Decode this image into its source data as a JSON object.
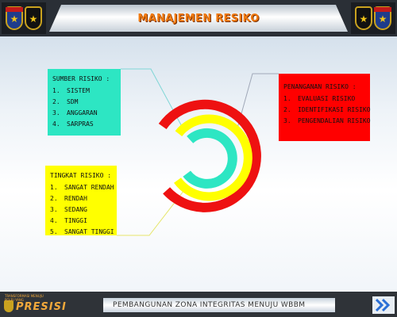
{
  "header": {
    "title": "MANAJEMEN RESIKO"
  },
  "sumber": {
    "title": "SUMBER RISIKO :",
    "items": [
      {
        "n": "1.",
        "label": "SISTEM"
      },
      {
        "n": "2.",
        "label": "SDM"
      },
      {
        "n": "3.",
        "label": "ANGGARAN"
      },
      {
        "n": "4.",
        "label": "SARPRAS"
      }
    ]
  },
  "tingkat": {
    "title": "TINGKAT RISIKO :",
    "items": [
      {
        "n": "1.",
        "label": "SANGAT RENDAH"
      },
      {
        "n": "2.",
        "label": "RENDAH"
      },
      {
        "n": "3.",
        "label": "SEDANG"
      },
      {
        "n": "4.",
        "label": "TINGGI"
      },
      {
        "n": "5.",
        "label": "SANGAT TINGGI"
      }
    ]
  },
  "penanganan": {
    "title": "PENANGANAN RISIKO :",
    "items": [
      {
        "n": "1.",
        "label": "EVALUASI RISIKO"
      },
      {
        "n": "2.",
        "label": "IDENTIFIKASI RISIKO"
      },
      {
        "n": "3.",
        "label": "PENGENDALIAN RISIKO"
      }
    ]
  },
  "footer": {
    "text": "PEMBANGUNAN ZONA INTEGRITAS MENUJU WBBM",
    "logo_small": "TRANSFORMASI MENUJU POLRI YANG",
    "logo_word": "PRESISI"
  },
  "colors": {
    "sumber": "#2de6c3",
    "tingkat": "#ffff00",
    "penanganan": "#ff0000",
    "title": "#f07a10"
  },
  "icons": [
    "police-emblem-icon",
    "police-star-icon",
    "next-chevron-icon"
  ]
}
